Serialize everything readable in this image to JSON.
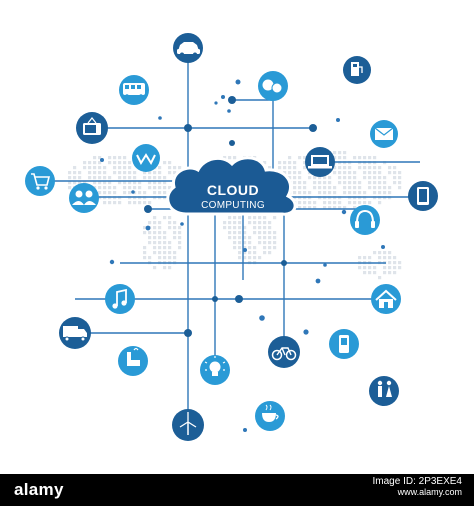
{
  "cloud": {
    "title": "CLOUD",
    "subtitle": "COMPUTING"
  },
  "colors": {
    "line": "#2f77b8",
    "node_light": "#2a9ad6",
    "node_dark": "#1c5e97",
    "cloud": "#1b5a94",
    "map": "#dfe4ea",
    "dot": "#2f77b8",
    "footer_bg": "#000000"
  },
  "icons": [
    "car-icon",
    "fuel-pump-icon",
    "chat-bubbles-icon",
    "bus-icon",
    "tv-icon",
    "mail-icon",
    "wifi-icon",
    "laptop-icon",
    "shopping-cart-icon",
    "users-icon",
    "tablet-icon",
    "headphones-icon",
    "music-note-icon",
    "home-icon",
    "truck-icon",
    "bicycle-icon",
    "mobile-phone-icon",
    "factory-icon",
    "light-bulb-icon",
    "people-icon",
    "coffee-cup-icon",
    "wind-turbine-icon"
  ],
  "footer": {
    "brand": "alamy",
    "image_id_label": "Image ID: 2P3EXE4",
    "site": "www.alamy.com"
  }
}
